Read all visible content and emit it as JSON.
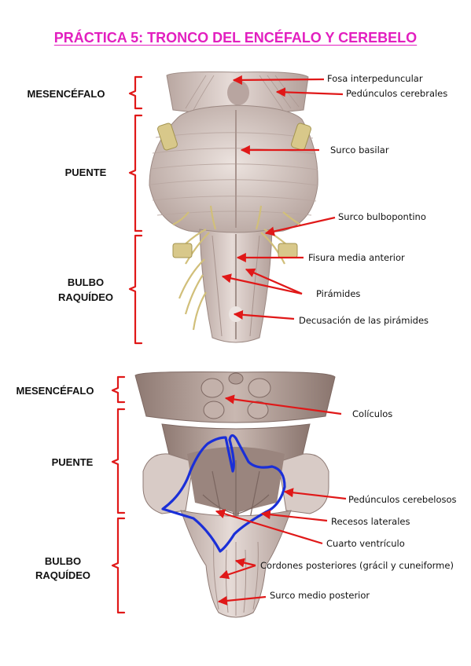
{
  "title": "PRÁCTICA 5: TRONCO DEL ENCÉFALO Y CEREBELO",
  "colors": {
    "title": "#e21fbf",
    "bracket": "#e01818",
    "arrow": "#e01818",
    "outline": "#1a2fd8",
    "tissue": "#d9cbc6",
    "tissue_shadow": "#a8948e",
    "nerve": "#d8c88a"
  },
  "top_figure": {
    "regions": [
      {
        "line1": "MESENCÉFALO",
        "line2": ""
      },
      {
        "line1": "PUENTE",
        "line2": ""
      },
      {
        "line1": "BULBO",
        "line2": "RAQUÍDEO"
      }
    ],
    "labels": [
      "Fosa interpeduncular",
      "Pedúnculos cerebrales",
      "Surco basilar",
      "Surco bulbopontino",
      "Fisura media anterior",
      "Pirámides",
      "Decusación de las pirámides"
    ]
  },
  "bottom_figure": {
    "regions": [
      {
        "line1": "MESENCÉFALO",
        "line2": ""
      },
      {
        "line1": "PUENTE",
        "line2": ""
      },
      {
        "line1": "BULBO",
        "line2": "RAQUÍDEO"
      }
    ],
    "labels": [
      "Colículos",
      "Pedúnculos cerebelosos",
      "Recesos laterales",
      "Cuarto ventrículo",
      "Cordones posteriores (grácil y cuneiforme)",
      "Surco medio posterior"
    ]
  }
}
